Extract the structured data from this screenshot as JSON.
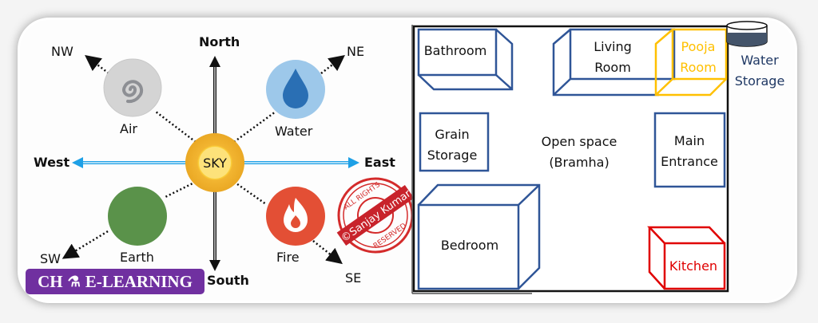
{
  "compass": {
    "north": "North",
    "south": "South",
    "east": "East",
    "west": "West",
    "ne": "NE",
    "nw": "NW",
    "se": "SE",
    "sw": "SW",
    "center": "SKY"
  },
  "elements": {
    "air": "Air",
    "water": "Water",
    "earth": "Earth",
    "fire": "Fire"
  },
  "stamp": {
    "top": "ALL RIGHTS",
    "band": "©Sanjay Kumar",
    "bottom": "RESERVED"
  },
  "logo": {
    "left": "CH",
    "right": "E-LEARNING"
  },
  "floorplan": {
    "bathroom": "Bathroom",
    "living_1": "Living",
    "living_2": "Room",
    "pooja_1": "Pooja",
    "pooja_2": "Room",
    "water_1": "Water",
    "water_2": "Storage",
    "grain_1": "Grain",
    "grain_2": "Storage",
    "open_1": "Open space",
    "open_2": "(Bramha)",
    "main_1": "Main",
    "main_2": "Entrance",
    "bedroom": "Bedroom",
    "kitchen": "Kitchen"
  },
  "colors": {
    "room_border": "#2f5597",
    "pooja": "#ffc000",
    "kitchen": "#e00000",
    "arrow_ew": "#1ea0e6",
    "logo_bg": "#7030a0"
  }
}
